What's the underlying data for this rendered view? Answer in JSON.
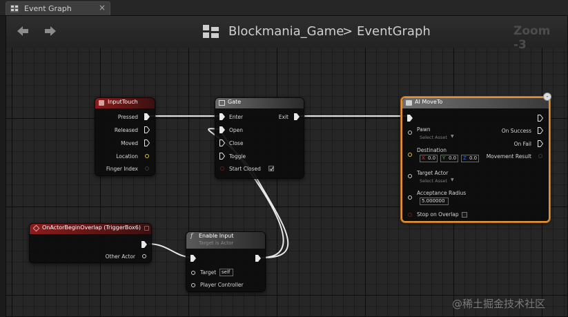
{
  "tab": {
    "label": "Event Graph",
    "close": "×"
  },
  "titlebar": {
    "breadcrumb_root": "Blockmania_Game",
    "breadcrumb_sep": ">",
    "breadcrumb_current": "EventGraph",
    "zoom": "Zoom -3"
  },
  "nodes": {
    "input_touch": {
      "title": "InputTouch",
      "header_color": "#8a1c1c",
      "pins": [
        "Pressed",
        "Released",
        "Moved",
        "Location",
        "Finger Index"
      ]
    },
    "gate": {
      "title": "Gate",
      "header_color": "#5a5a5a",
      "inputs": [
        "Enter",
        "Open",
        "Close",
        "Toggle",
        "Start Closed"
      ],
      "outputs": [
        "Exit"
      ]
    },
    "ai_move_to": {
      "title": "AI MoveTo",
      "header_color": "#5a5a5a",
      "collapse": "-",
      "pawn_label": "Pawn",
      "pawn_select": "Select Asset",
      "destination_label": "Destination",
      "destination": {
        "x_label": "X",
        "x": "0.0",
        "y_label": "Y",
        "y": "0.0",
        "z_label": "Z",
        "z": "0.0"
      },
      "target_actor_label": "Target Actor",
      "target_actor_select": "Select Asset",
      "acceptance_radius_label": "Acceptance Radius",
      "acceptance_radius": "5.000000",
      "stop_on_overlap_label": "Stop on Overlap",
      "outputs": [
        "On Success",
        "On Fail",
        "Movement Result"
      ]
    },
    "overlap": {
      "title": "OnActorBeginOverlap (TriggerBox6)",
      "header_color": "#8a1c1c",
      "outputs": [
        "Other Actor"
      ]
    },
    "enable_input": {
      "title": "Enable Input",
      "subtitle": "Target is Actor",
      "header_color": "#4a4a4a",
      "target_label": "Target",
      "target_value": "self",
      "player_controller_label": "Player Controller"
    }
  },
  "watermark": "@稀土掘金技术社区",
  "colors": {
    "exec_wire": "#e8e8e8",
    "event_header": "#8a1c1c",
    "function_header": "#4f4f4f",
    "selection": "#e0923a",
    "vector_pin": "#e6c12f",
    "object_pin": "#cfcfcf"
  }
}
